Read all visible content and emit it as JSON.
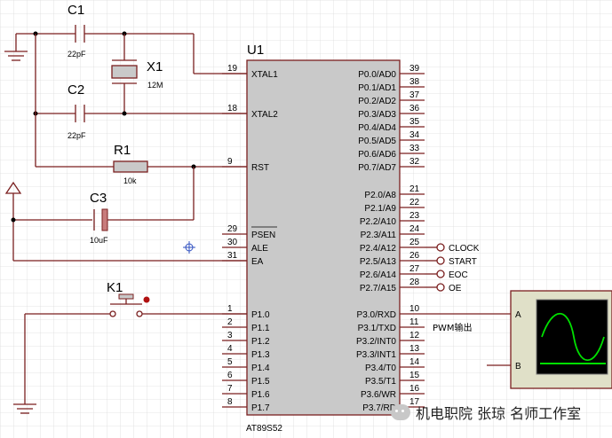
{
  "components": {
    "c1": {
      "ref": "C1",
      "value": "22pF"
    },
    "c2": {
      "ref": "C2",
      "value": "22pF"
    },
    "c3": {
      "ref": "C3",
      "value": "10uF"
    },
    "x1": {
      "ref": "X1",
      "value": "12M"
    },
    "r1": {
      "ref": "R1",
      "value": "10k"
    },
    "k1": {
      "ref": "K1"
    }
  },
  "chip": {
    "ref": "U1",
    "part": "AT89S52",
    "left_pins": [
      {
        "num": "19",
        "name": "XTAL1"
      },
      {
        "num": "18",
        "name": "XTAL2"
      },
      {
        "num": "9",
        "name": "RST"
      },
      {
        "num": "29",
        "name": "PSEN"
      },
      {
        "num": "30",
        "name": "ALE"
      },
      {
        "num": "31",
        "name": "EA"
      },
      {
        "num": "1",
        "name": "P1.0"
      },
      {
        "num": "2",
        "name": "P1.1"
      },
      {
        "num": "3",
        "name": "P1.2"
      },
      {
        "num": "4",
        "name": "P1.3"
      },
      {
        "num": "5",
        "name": "P1.4"
      },
      {
        "num": "6",
        "name": "P1.5"
      },
      {
        "num": "7",
        "name": "P1.6"
      },
      {
        "num": "8",
        "name": "P1.7"
      }
    ],
    "right_pins": [
      {
        "num": "39",
        "name": "P0.0/AD0"
      },
      {
        "num": "38",
        "name": "P0.1/AD1"
      },
      {
        "num": "37",
        "name": "P0.2/AD2"
      },
      {
        "num": "36",
        "name": "P0.3/AD3"
      },
      {
        "num": "35",
        "name": "P0.4/AD4"
      },
      {
        "num": "34",
        "name": "P0.5/AD5"
      },
      {
        "num": "33",
        "name": "P0.6/AD6"
      },
      {
        "num": "32",
        "name": "P0.7/AD7"
      },
      {
        "num": "21",
        "name": "P2.0/A8"
      },
      {
        "num": "22",
        "name": "P2.1/A9"
      },
      {
        "num": "23",
        "name": "P2.2/A10"
      },
      {
        "num": "24",
        "name": "P2.3/A11"
      },
      {
        "num": "25",
        "name": "P2.4/A12"
      },
      {
        "num": "26",
        "name": "P2.5/A13"
      },
      {
        "num": "27",
        "name": "P2.6/A14"
      },
      {
        "num": "28",
        "name": "P2.7/A15"
      },
      {
        "num": "10",
        "name": "P3.0/RXD"
      },
      {
        "num": "11",
        "name": "P3.1/TXD"
      },
      {
        "num": "12",
        "name": "P3.2/INT0"
      },
      {
        "num": "13",
        "name": "P3.3/INT1"
      },
      {
        "num": "14",
        "name": "P3.4/T0"
      },
      {
        "num": "15",
        "name": "P3.5/T1"
      },
      {
        "num": "16",
        "name": "P3.6/WR"
      },
      {
        "num": "17",
        "name": "P3.7/RD"
      }
    ]
  },
  "nets": {
    "clock": "CLOCK",
    "start": "START",
    "eoc": "EOC",
    "oe": "OE",
    "pwm": "PWM输出"
  },
  "oscilloscope": {
    "ch_a": "A",
    "ch_b": "B"
  },
  "watermark": "机电职院 张琼 名师工作室",
  "colors": {
    "wire": "#7a1f1f",
    "grid": "#dcdcdc",
    "chip_fill": "#c9c9c9",
    "scope_fill": "#e0e0c8",
    "scope_screen": "#000000",
    "trace": "#00e000"
  }
}
